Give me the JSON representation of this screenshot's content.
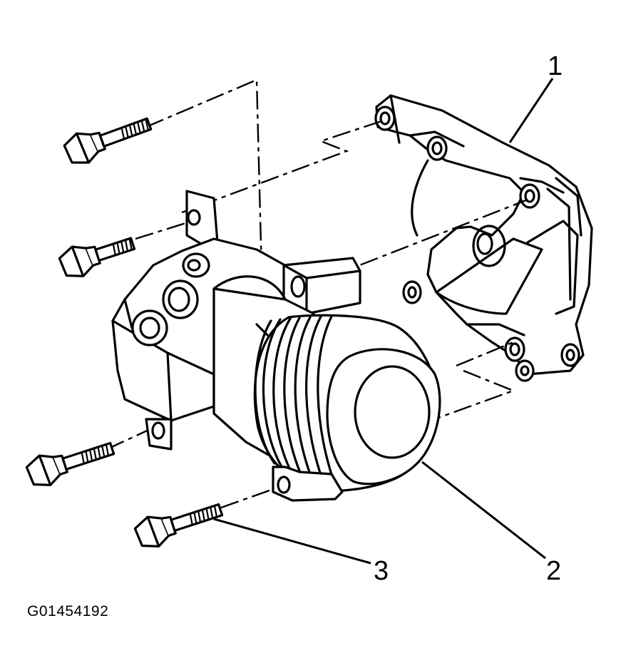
{
  "figure": {
    "id_label": "G01454192",
    "callouts": [
      {
        "number": "1"
      },
      {
        "number": "2"
      },
      {
        "number": "3"
      }
    ]
  }
}
